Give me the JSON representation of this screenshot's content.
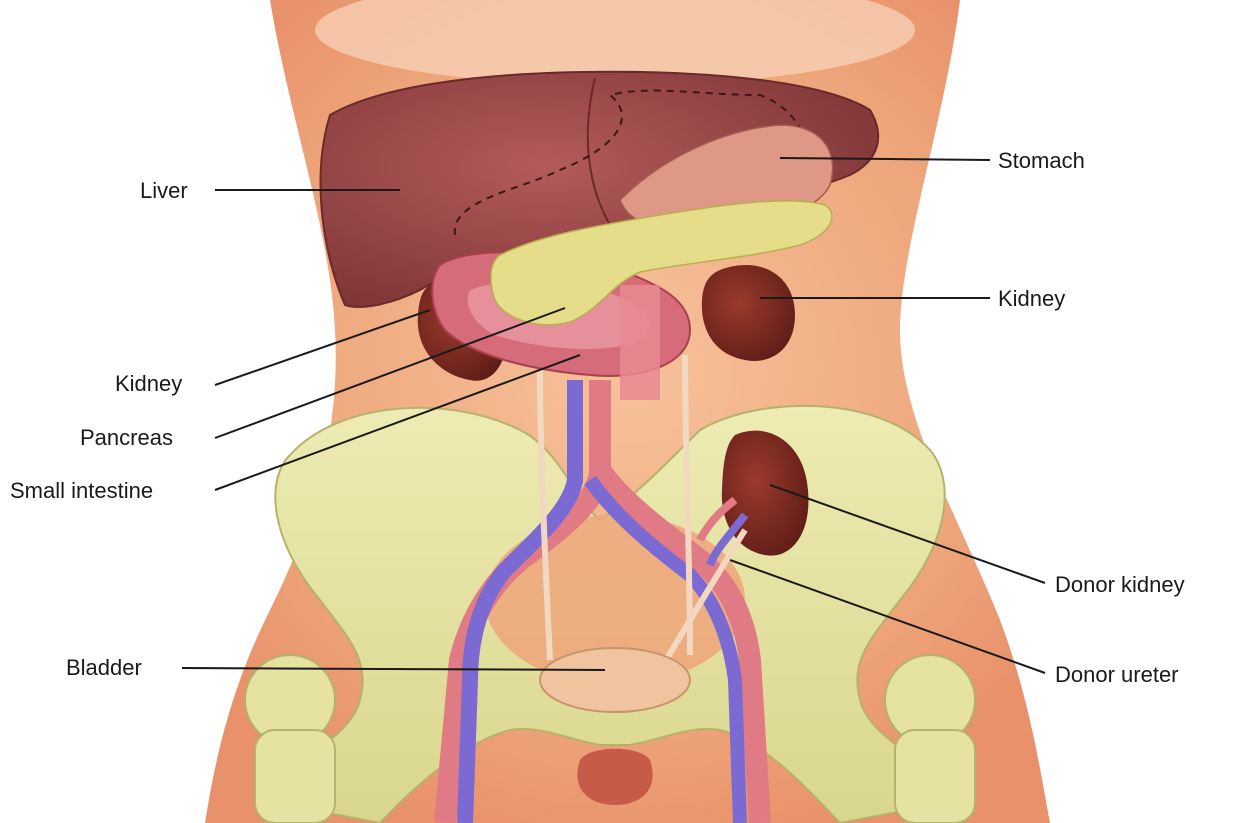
{
  "labels": {
    "liver": "Liver",
    "stomach": "Stomach",
    "kidney_right": "Kidney",
    "kidney_left": "Kidney",
    "pancreas": "Pancreas",
    "small_intestine": "Small intestine",
    "donor_kidney": "Donor kidney",
    "donor_ureter": "Donor ureter",
    "bladder": "Bladder"
  },
  "colors": {
    "skin": "#f2b48c",
    "liver": "#9c4a4a",
    "stomach": "#d98a7a",
    "pancreas": "#e3dc8c",
    "intestine": "#d9707a",
    "kidney": "#7a2a22",
    "bone": "#e6e3a2",
    "artery": "#e07a84",
    "vein": "#7a6ad2",
    "bladder": "#eec09a"
  }
}
